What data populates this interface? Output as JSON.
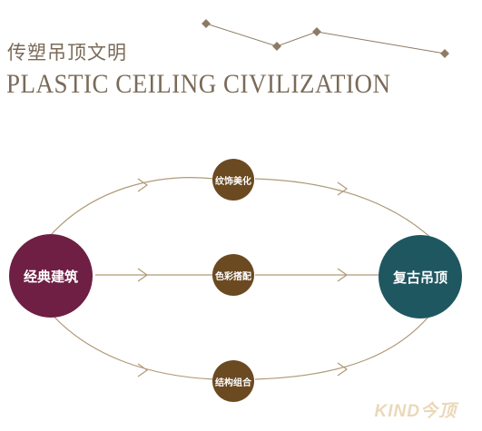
{
  "header": {
    "title_cn": "传塑吊顶文明",
    "title_en": "PLASTIC CEILING CIVILIZATION"
  },
  "nodes": {
    "source": "经典建筑",
    "target": "复古吊顶",
    "top": "纹饰美化",
    "middle": "色彩搭配",
    "bottom": "结构组合"
  },
  "watermark": "KIND今顶",
  "colors": {
    "line": "#b09a78",
    "source": "#6e1f43",
    "target": "#1f5761",
    "small_node": "#6b4a22",
    "title": "#7a6a58"
  }
}
